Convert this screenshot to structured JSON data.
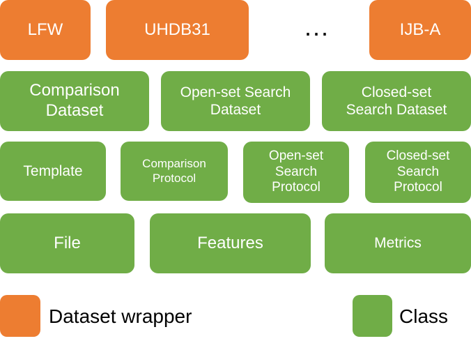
{
  "colors": {
    "dataset_wrapper": "#ED7D31",
    "class": "#70AD47"
  },
  "row1": {
    "lfw": "LFW",
    "uhdb31": "UHDB31",
    "ellipsis": "...",
    "ijba": "IJB-A"
  },
  "row2": {
    "comparison_dataset": "Comparison\nDataset",
    "open_set_search_dataset": "Open-set Search\nDataset",
    "closed_set_search_dataset": "Closed-set\nSearch Dataset"
  },
  "row3": {
    "template": "Template",
    "comparison_protocol": "Comparison\nProtocol",
    "open_set_search_protocol": "Open-set\nSearch\nProtocol",
    "closed_set_search_protocol": "Closed-set\nSearch\nProtocol"
  },
  "row4": {
    "file": "File",
    "features": "Features",
    "metrics": "Metrics"
  },
  "legend": {
    "dataset_wrapper": "Dataset wrapper",
    "class": "Class"
  }
}
